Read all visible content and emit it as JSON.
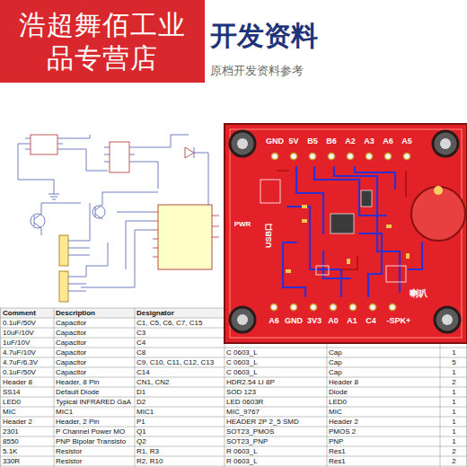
{
  "diagram": {
    "title": "开发资料",
    "nodes": [
      {
        "text": [
          "浩超舞佰工业 品专营店"
        ]
      }
    ],
    "labels": [
      "原档开发资料参考",
      "GND",
      "5V",
      "B5",
      "B6",
      "A2",
      "A3",
      "A6",
      "A5",
      "PWR",
      "USB口",
      "A6",
      "GND",
      "3V3",
      "A0",
      "A1",
      "C4",
      "-SPK+",
      "喇叭",
      "Comment",
      "Description",
      "Designator",
      "0.1uF/50V",
      "Capacitor",
      "C1, C5, C6, C7, C15",
      "10uF/10V",
      "Capacitor",
      "C3",
      "1uF/10V",
      "Capacitor",
      "C4",
      "4.7uF/10V",
      "Capacitor",
      "C8",
      "C 0603_L",
      "Cap",
      "1",
      "4.7uF/6.3V",
      "Capacitor",
      "C9, C10, C11, C12, C13",
      "C 0603_L",
      "Cap",
      "5",
      "0.1uF/50V",
      "Capacitor",
      "C14",
      "C 0603_L",
      "Cap",
      "1",
      "Header 8",
      "Header, 8 Pin",
      "CN1, CN2",
      "HDR2.54 LI 8P",
      "Header 8",
      "2",
      "SS14",
      "Default Diode",
      "D1",
      "SOD 123",
      "Diode",
      "1",
      "LED0",
      "Typical INFRARED GaA",
      "D2",
      "LED 0603R",
      "LED0",
      "1",
      "MIC",
      "MIC1",
      "MIC1",
      "MIC_9767",
      "MIC",
      "1",
      "Header 2",
      "Header, 2 Pin",
      "P1",
      "HEADER 2P 2_5 SMD",
      "Header 2",
      "1",
      "2301",
      "P Channel Power MO",
      "Q1",
      "SOT23_PMOS",
      "PMOS 2",
      "1",
      "8550",
      "PNP Bipolar Transisto",
      "Q2",
      "SOT23_PNP",
      "PNP",
      "1",
      "5.1K",
      "Resistor",
      "R1, R3",
      "R 0603_L",
      "Res1",
      "2",
      "330R",
      "Resistor",
      "R2, R10",
      "R 0603_L",
      "Res1",
      "2"
    ]
  }
}
